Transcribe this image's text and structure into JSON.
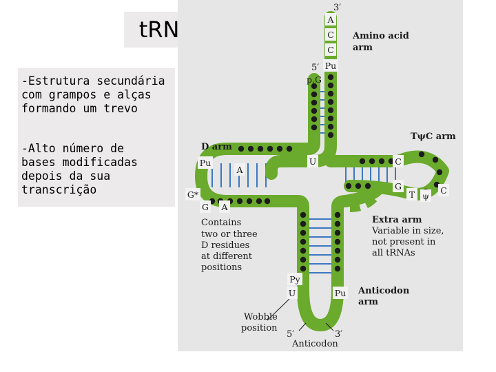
{
  "slide": {
    "title": "tRNA",
    "paragraph1_lines": [
      "-Estrutura secundária",
      "com grampos e alças",
      "formando um trevo"
    ],
    "paragraph2_lines": [
      "-Alto número de",
      "bases modificadas",
      "depois da sua",
      "transcrição"
    ]
  },
  "diagram": {
    "colors": {
      "stem": "#6aaa2c",
      "dot": "#1c1c1c",
      "pair": "#3a78c2",
      "background": "#e6e6e6",
      "base_box": "#f2f2f2"
    },
    "acceptor": {
      "three_prime": "3′",
      "bases": [
        "A",
        "C",
        "C"
      ],
      "pu": "Pu",
      "five_prime": "5′",
      "pg": "p.G",
      "label_lines": [
        "Amino acid",
        "arm"
      ]
    },
    "d_arm": {
      "label": "D arm",
      "bases": [
        "Pu",
        "A",
        "G*",
        "G",
        "A",
        "U"
      ],
      "note_lines": [
        "Contains",
        "two or three",
        "D residues",
        "at different",
        "positions"
      ]
    },
    "tpsic_arm": {
      "label": "TψC arm",
      "bases": [
        "C",
        "G",
        "T",
        "ψ",
        "C"
      ]
    },
    "extra_arm": {
      "label": "Extra arm",
      "note_lines": [
        "Variable in size,",
        "not present in",
        "all tRNAs"
      ]
    },
    "anticodon_arm": {
      "label_lines": [
        "Anticodon",
        "arm"
      ],
      "bases": [
        "Py",
        "U",
        "Pu"
      ],
      "five_prime": "5′",
      "three_prime": "3′",
      "anticodon_label": "Anticodon",
      "wobble_lines": [
        "Wobble",
        "position"
      ]
    }
  }
}
